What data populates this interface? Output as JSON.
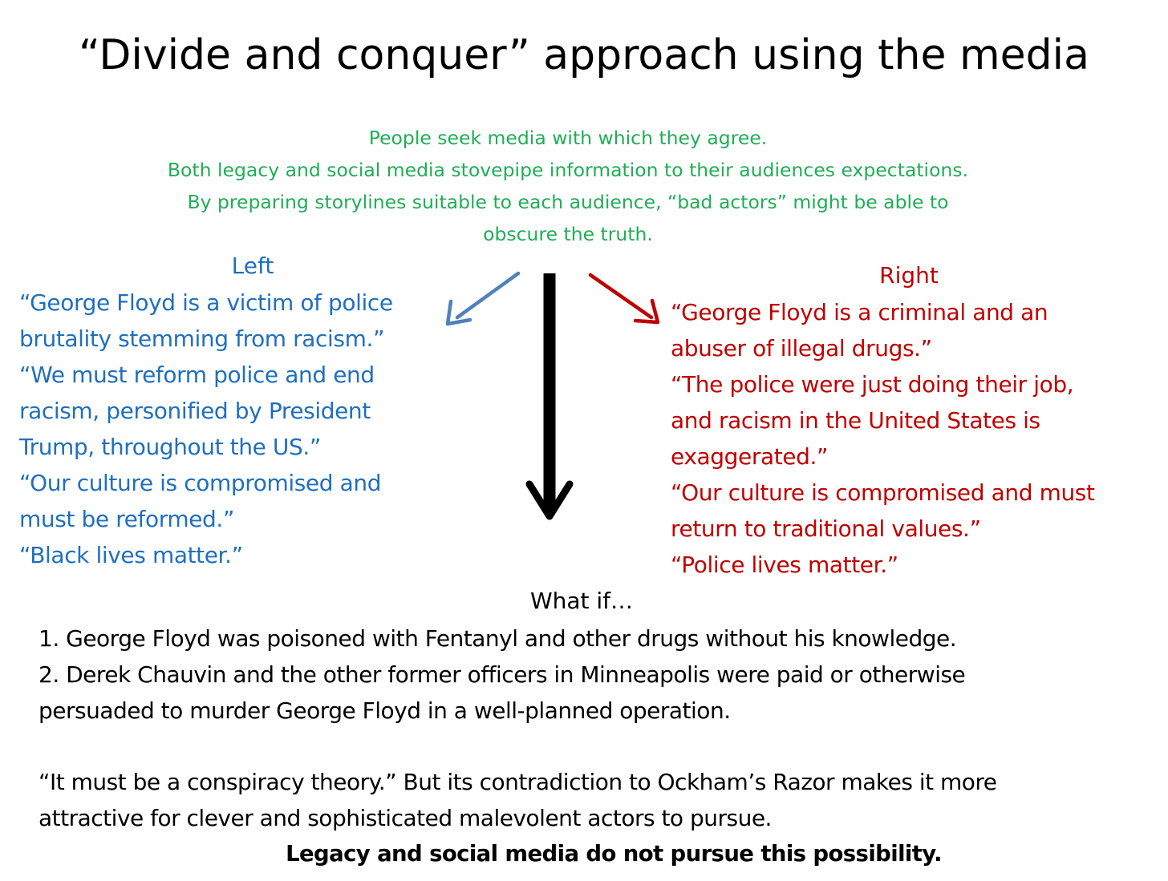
{
  "title": "“Divide and conquer” approach using the media",
  "intro": {
    "lines": [
      "People seek media with which they agree.",
      "Both legacy and social media stovepipe information to their audiences expectations.",
      "By preparing storylines suitable to each audience, “bad actors” might be able to",
      "obscure the truth."
    ]
  },
  "left": {
    "header": "Left",
    "lines": [
      "“George Floyd is a victim of police",
      "brutality stemming from racism.”",
      "“We must reform police and end",
      "racism, personified by President",
      "Trump, throughout the US.”",
      "“Our culture is compromised and",
      "must be reformed.”",
      "“Black lives matter.”"
    ]
  },
  "right": {
    "header": "Right",
    "lines": [
      "“George Floyd is a criminal and an",
      "abuser of illegal drugs.”",
      "“The police were just doing their job,",
      "and racism in the United States is",
      "exaggerated.”",
      "“Our culture is compromised and must",
      "return to traditional values.”",
      "“Police lives matter.”"
    ]
  },
  "what_if": {
    "header": "What if…",
    "lines": [
      "1. George Floyd was poisoned with Fentanyl and other drugs without his knowledge.",
      "2. Derek Chauvin and the other former officers in Minneapolis were paid or otherwise",
      "persuaded to murder George Floyd in a well-planned operation."
    ]
  },
  "closing": {
    "lines": [
      "“It must be a conspiracy theory.” But its contradiction to Ockham’s Razor makes it more",
      "attractive for clever and sophisticated malevolent actors to pursue."
    ]
  },
  "conclusion": "Legacy and social media do not pursue this possibility.",
  "colors": {
    "intro": "#1fae55",
    "left": "#1f6fbf",
    "left_arrow": "#4f81bd",
    "right": "#c00000",
    "center_arrow": "#000000"
  }
}
